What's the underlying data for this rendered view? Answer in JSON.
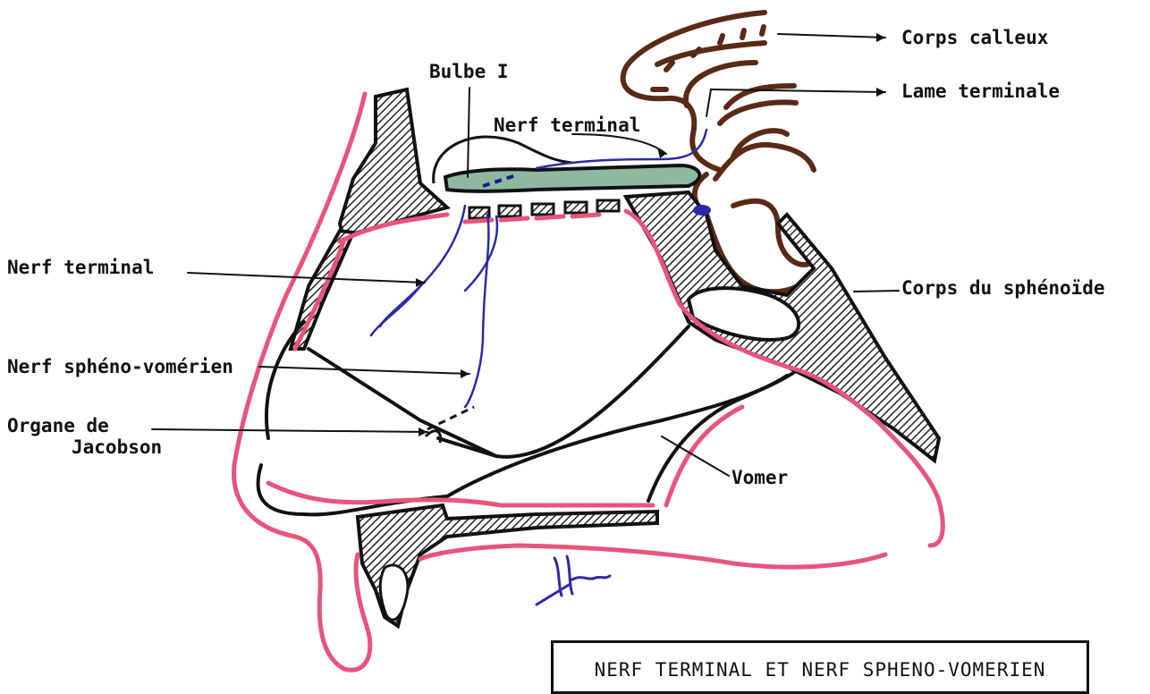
{
  "labels": {
    "bulbe": "Bulbe I",
    "nerf_terminal_top": "Nerf terminal",
    "corps_calleux": "Corps calleux",
    "lame_terminale": "Lame terminale",
    "nerf_terminal_left": "Nerf terminal",
    "corps_sphenoide": "Corps du sphénoïde",
    "nerf_spheno": "Nerf sphéno-vomérien",
    "organe_line1": "Organe de",
    "organe_line2": "Jacobson",
    "vomer": "Vomer"
  },
  "title": "NERF TERMINAL ET NERF SPHENO-VOMERIEN",
  "colors": {
    "outline": "#111111",
    "mucosa": "#e8547a",
    "brain": "#5a2a17",
    "nerve": "#2a2aa8",
    "bulb": "#8fb8a0"
  }
}
